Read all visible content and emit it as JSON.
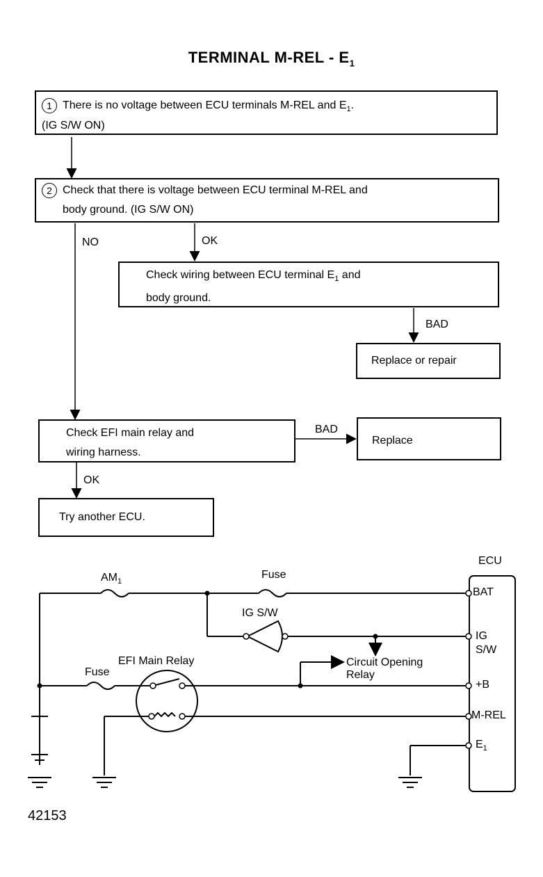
{
  "title": "TERMINAL M-REL - E",
  "title_sub": "1",
  "steps": {
    "step1": {
      "number": "1",
      "line1_a": "There is no voltage between ECU terminals M-REL and E",
      "line1_sub": "1",
      "line1_b": ".",
      "line2": "(IG S/W ON)"
    },
    "step2": {
      "number": "2",
      "line1": "Check that there is voltage between ECU terminal M-REL and",
      "line2": "body ground. (IG S/W ON)"
    },
    "check_wiring": {
      "line1_a": "Check wiring between ECU terminal E",
      "line1_sub": "1",
      "line1_b": " and",
      "line2": "body ground."
    },
    "replace_repair": "Replace or repair",
    "check_efi": {
      "line1": "Check EFI main relay and",
      "line2": "wiring harness."
    },
    "replace": "Replace",
    "try_ecu": "Try another ECU."
  },
  "flow_labels": {
    "no": "NO",
    "ok1": "OK",
    "bad1": "BAD",
    "bad2": "BAD",
    "ok2": "OK"
  },
  "circuit": {
    "ecu": "ECU",
    "am1": "AM",
    "am1_sub": "1",
    "fuse_top": "Fuse",
    "ig_sw": "IG S/W",
    "efi_main_relay": "EFI Main Relay",
    "fuse_low": "Fuse",
    "circuit_opening_1": "Circuit Opening",
    "circuit_opening_2": "Relay",
    "term_bat": "BAT",
    "term_ig_1": "IG",
    "term_ig_2": "S/W",
    "term_b": "+B",
    "term_mrel": "M-REL",
    "term_e": "E",
    "term_e_sub": "1"
  },
  "figure_number": "42153"
}
